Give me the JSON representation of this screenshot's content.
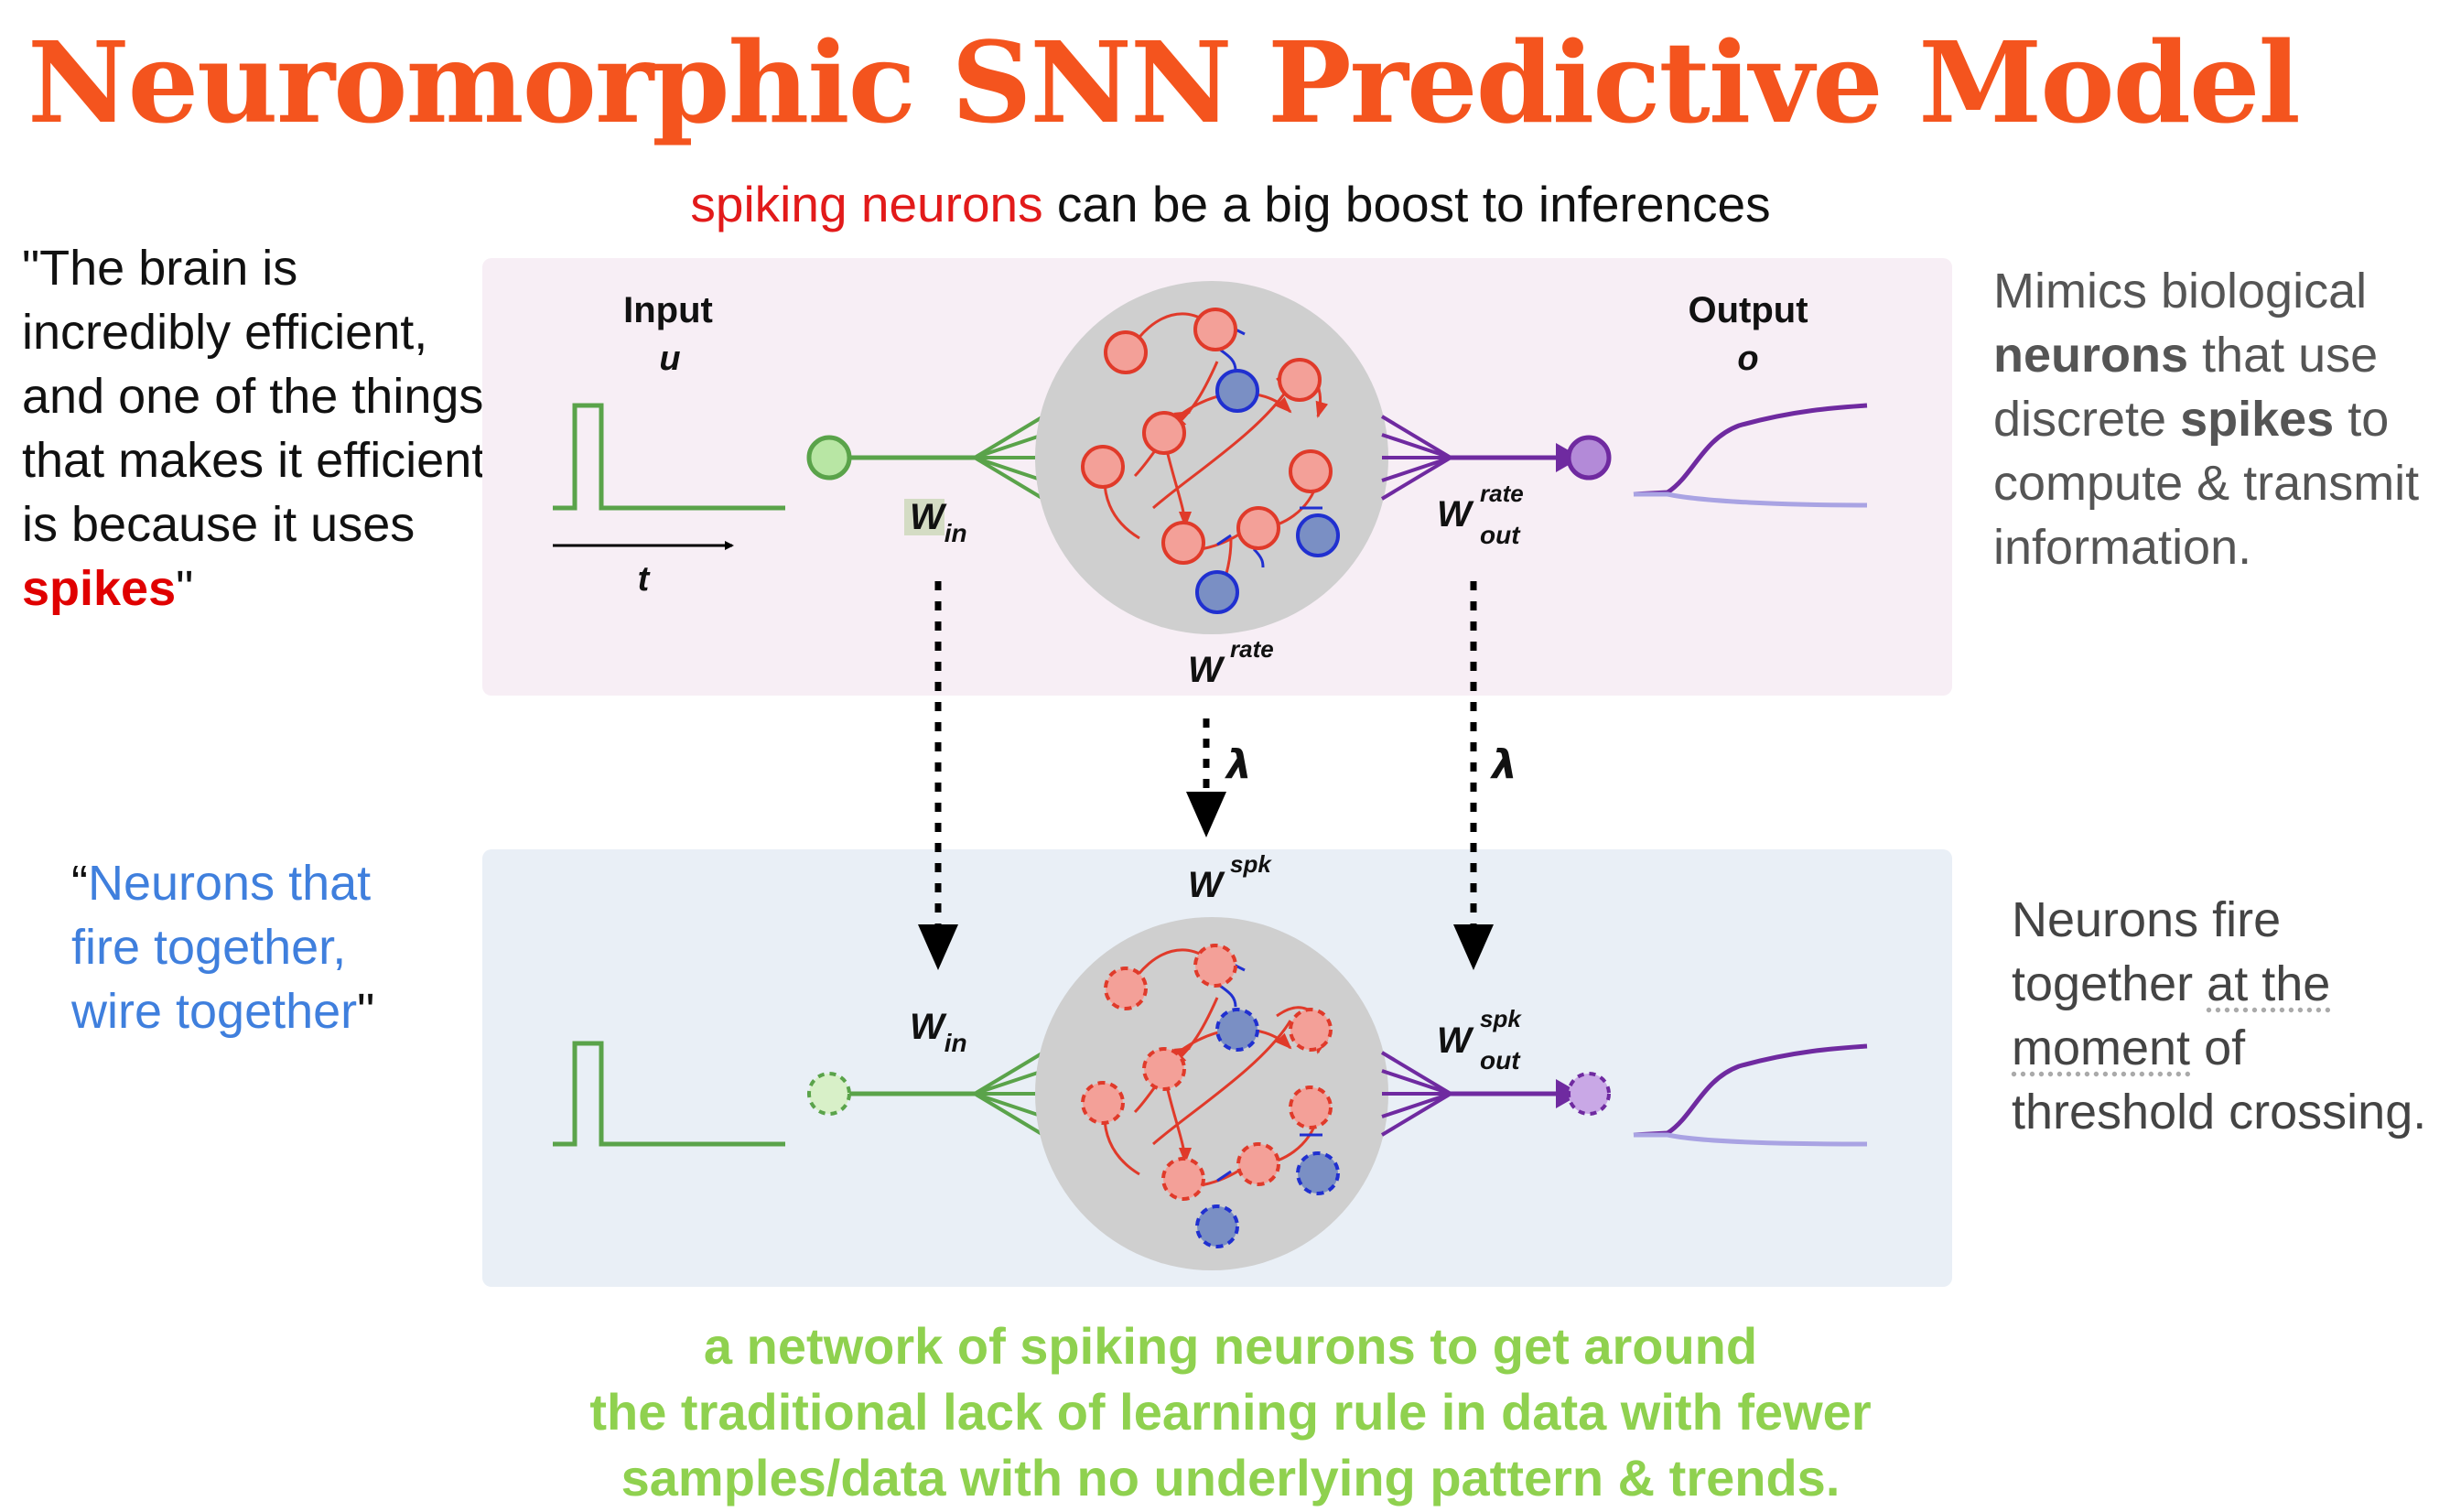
{
  "title": "Neuromorphic SNN Predictive Model",
  "subtitle": {
    "highlight": "spiking neurons",
    "rest": " can be a big boost to inferences"
  },
  "quote_left": {
    "before": "\"The brain is incredibly efficient, and one of the things that makes it efficient is because it uses ",
    "highlight": "spikes",
    "after": "\""
  },
  "hebb_quote": {
    "open": "“",
    "highlight": "Neurons that fire together, wire together",
    "close": "\""
  },
  "mimics": {
    "p1": "Mimics biological ",
    "b1": "neurons",
    "p2": " that use discrete ",
    "b2": "spikes",
    "p3": " to compute & transmit information."
  },
  "fire": {
    "p1": "Neurons fire together ",
    "u1": "at the",
    "p2": " ",
    "u2": "moment",
    "p3": " of threshold crossing."
  },
  "diagram": {
    "input_label": "Input",
    "input_var": "u",
    "time_var": "t",
    "output_label": "Output",
    "output_var": "o",
    "w_base": "W",
    "sub_in": "in",
    "sub_out": "out",
    "sup_rate": "rate",
    "sup_spk": "spk",
    "lambda": "λ",
    "colors": {
      "top_panel": "#f7eef5",
      "bottom_panel": "#e9eff6",
      "input_green": "#5aa34a",
      "neuron_red": "#e03a2a",
      "neuron_blue": "#2030d0",
      "output_purple": "#6f2aa0",
      "reservoir_gray": "#cfcfcf"
    }
  },
  "bottom_text": {
    "line1": "a network of spiking neurons to get around",
    "line2": "the traditional lack of learning rule in data with fewer",
    "line3": "samples/data with no underlying pattern & trends."
  }
}
